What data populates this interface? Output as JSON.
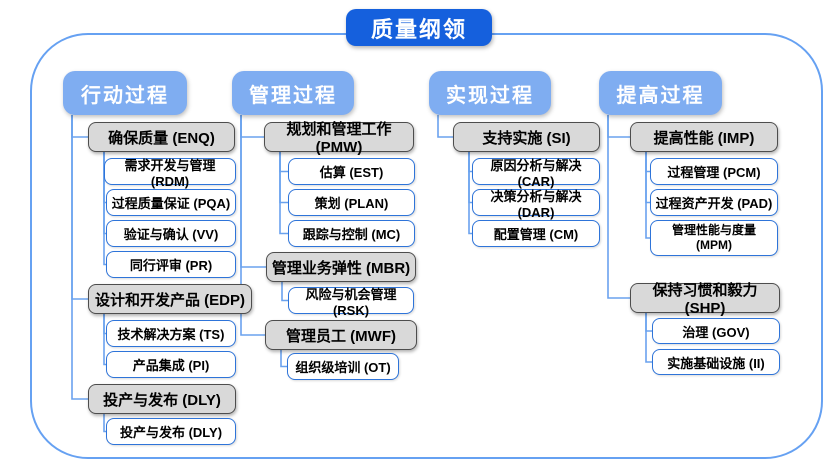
{
  "title": "质量纲领",
  "colors": {
    "title-bg": "#1560dd",
    "header-bg": "#7fadf1",
    "frame-border": "#66a1f2",
    "line": "#6aa2ee",
    "child-border": "#2e74d9",
    "group-bg": "#d9d9d9",
    "group-border": "#4d4d4d"
  },
  "columns": [
    {
      "header": "行动过程",
      "groups": [
        {
          "label": "确保质量 (ENQ)",
          "children": [
            "需求开发与管理 (RDM)",
            "过程质量保证 (PQA)",
            "验证与确认 (VV)",
            "同行评审 (PR)"
          ]
        },
        {
          "label": "设计和开发产品 (EDP)",
          "children": [
            "技术解决方案 (TS)",
            "产品集成 (PI)"
          ]
        },
        {
          "label": "投产与发布 (DLY)",
          "children": [
            "投产与发布 (DLY)"
          ]
        }
      ]
    },
    {
      "header": "管理过程",
      "groups": [
        {
          "label": "规划和管理工作 (PMW)",
          "children": [
            "估算 (EST)",
            "策划 (PLAN)",
            "跟踪与控制 (MC)"
          ]
        },
        {
          "label": "管理业务弹性 (MBR)",
          "children": [
            "风险与机会管理 (RSK)"
          ]
        },
        {
          "label": "管理员工 (MWF)",
          "children": [
            "组织级培训 (OT)"
          ]
        }
      ]
    },
    {
      "header": "实现过程",
      "groups": [
        {
          "label": "支持实施 (SI)",
          "children": [
            "原因分析与解决 (CAR)",
            "决策分析与解决 (DAR)",
            "配置管理 (CM)"
          ]
        }
      ]
    },
    {
      "header": "提高过程",
      "groups": [
        {
          "label": "提高性能 (IMP)",
          "children": [
            "过程管理 (PCM)",
            "过程资产开发 (PAD)",
            "管理性能与度量 (MPM)"
          ]
        },
        {
          "label": "保持习惯和毅力 (SHP)",
          "children": [
            "治理 (GOV)",
            "实施基础设施 (II)"
          ]
        }
      ]
    }
  ]
}
